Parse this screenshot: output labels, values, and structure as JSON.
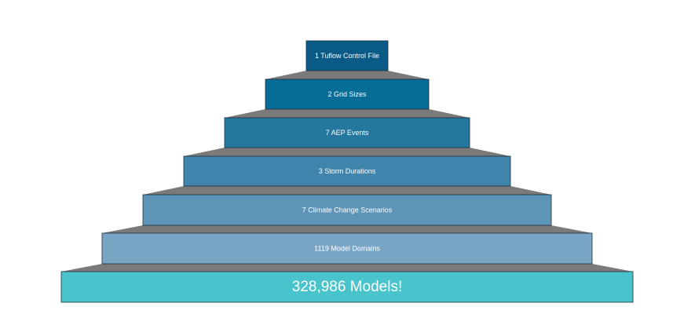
{
  "pyramid": {
    "levels": [
      {
        "label": "1 Tuflow Control File",
        "color": "#0a5a87"
      },
      {
        "label": "2 Grid Sizes",
        "color": "#086d96"
      },
      {
        "label": "7 AEP Events",
        "color": "#24779f"
      },
      {
        "label": "3 Storm Durations",
        "color": "#4185ad"
      },
      {
        "label": "7 Climate Change Scenarios",
        "color": "#5c95b8"
      },
      {
        "label": "1119 Model Domains",
        "color": "#7aa6c6"
      }
    ],
    "total": {
      "label": "328,986 Models!",
      "color": "#49c3cc"
    },
    "connector_color": "#7a7a7a",
    "border_color": "#1f2e3a"
  }
}
